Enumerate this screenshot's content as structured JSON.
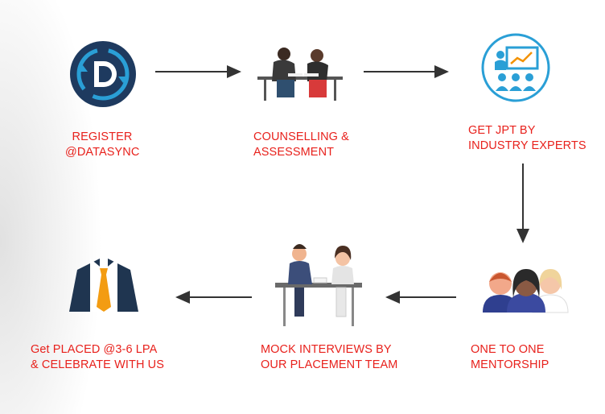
{
  "steps": [
    {
      "label": "REGISTER\n@DATASYNC",
      "icon": "datasync-logo-icon"
    },
    {
      "label": "COUNSELLING &\nASSESSMENT",
      "icon": "students-studying-icon"
    },
    {
      "label": "GET JPT BY\nINDUSTRY EXPERTS",
      "icon": "presentation-training-icon"
    },
    {
      "label": "ONE TO ONE\nMENTORSHIP",
      "icon": "mentors-group-icon"
    },
    {
      "label": "MOCK INTERVIEWS BY\nOUR PLACEMENT TEAM",
      "icon": "interview-meeting-icon"
    },
    {
      "label": "Get PLACED @3-6 LPA\n& CELEBRATE WITH US",
      "icon": "placed-professional-icon"
    }
  ],
  "colors": {
    "label": "#e8211c",
    "arrow": "#333333",
    "accent": "#2a9fd6"
  }
}
